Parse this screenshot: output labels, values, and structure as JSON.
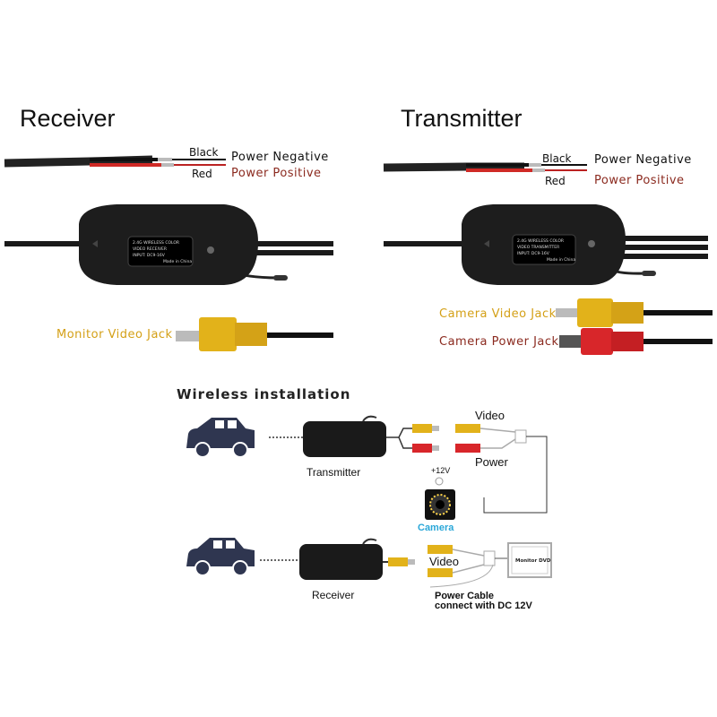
{
  "receiver": {
    "title": "Receiver",
    "black": "Black",
    "red": "Red",
    "power_negative": "Power Negative",
    "power_positive": "Power Positive",
    "module_text": [
      "2.4G WIRELESS COLOR",
      "VIDEO RECEIVER",
      "INPUT: DC9-16V",
      "Made in China"
    ],
    "jack_label": "Monitor Video Jack"
  },
  "transmitter": {
    "title": "Transmitter",
    "black": "Black",
    "red": "Red",
    "power_negative": "Power Negative",
    "power_positive": "Power Positive",
    "module_text": [
      "2.4G WIRELESS COLOR",
      "VIDEO TRANSMITTER",
      "INPUT: DC9-16V",
      "Made in China"
    ],
    "camera_video_jack": "Camera Video Jack",
    "camera_power_jack": "Camera Power Jack"
  },
  "installation": {
    "title": "Wireless installation",
    "transmitter_label": "Transmitter",
    "receiver_label": "Receiver",
    "video_label": "Video",
    "power_label": "Power",
    "plus12v": "+12V",
    "camera_label": "Camera",
    "video_label2": "Video",
    "monitor_label": "Monitor DVD",
    "power_cable_line1": "Power Cable",
    "power_cable_line2": "connect with DC 12V"
  },
  "colors": {
    "red_text": "#8b2a1f",
    "jack_yellow": "#e2b21a",
    "camera_blue": "#2aa7d8",
    "plug_red": "#d8262a"
  }
}
